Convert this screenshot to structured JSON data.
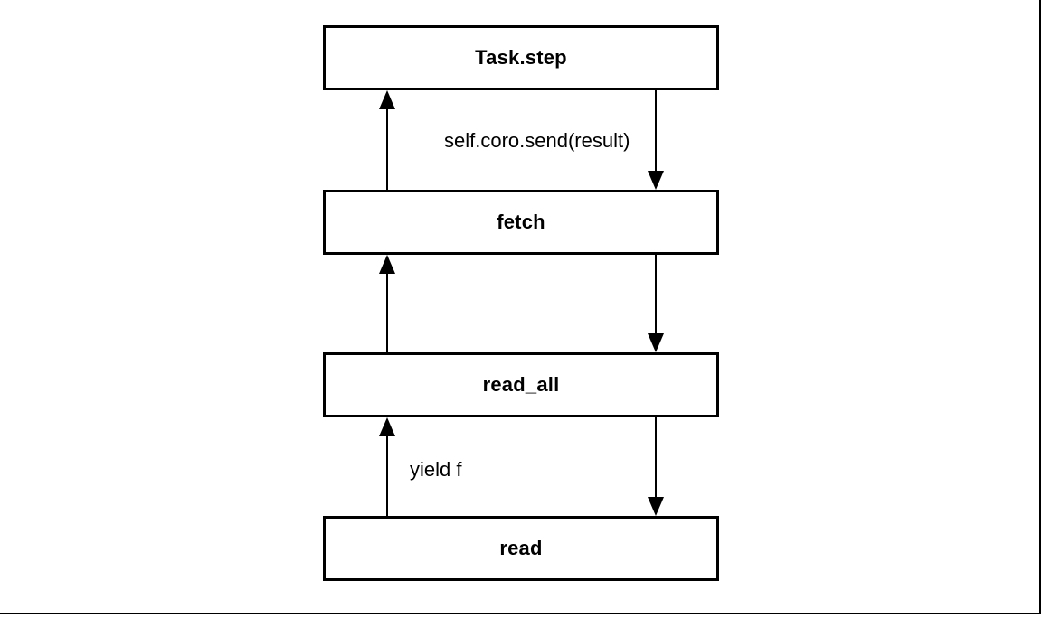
{
  "diagram": {
    "boxes": [
      {
        "label": "Task.step"
      },
      {
        "label": "fetch"
      },
      {
        "label": "read_all"
      },
      {
        "label": "read"
      }
    ],
    "edge_labels": [
      {
        "text": "self.coro.send(result)"
      },
      {
        "text": "yield f"
      }
    ],
    "colors": {
      "stroke": "#000000",
      "background": "#ffffff"
    }
  }
}
